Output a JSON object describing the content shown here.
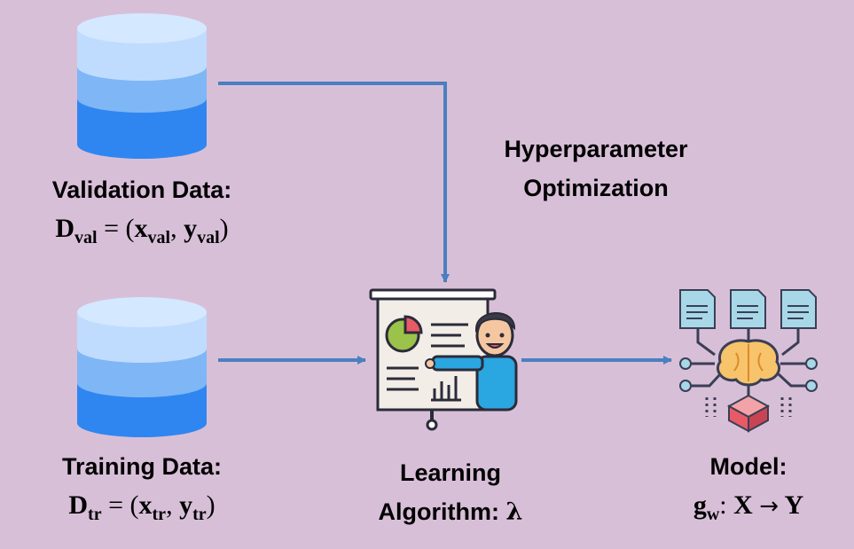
{
  "validation": {
    "title": "Validation Data:",
    "D": "D",
    "D_sub": "val",
    "eq": "=",
    "lparen": "(",
    "x": "x",
    "x_sub": "val",
    "comma": ",",
    "y": "y",
    "y_sub": "val",
    "rparen": ")"
  },
  "training": {
    "title": "Training Data:",
    "D": "D",
    "D_sub": "tr",
    "eq": "=",
    "lparen": "(",
    "x": "x",
    "x_sub": "tr",
    "comma": ",",
    "y": "y",
    "y_sub": "tr",
    "rparen": ")"
  },
  "hpo": {
    "line1": "Hyperparameter",
    "line2": "Optimization"
  },
  "learning": {
    "line1": "Learning",
    "line2_text": "Algorithm: ",
    "lambda": "λ"
  },
  "model": {
    "title": "Model:",
    "g": "g",
    "g_sub": "w",
    "colon": ":",
    "X": "X",
    "arrow": "→",
    "Y": "Y"
  },
  "colors": {
    "background": "#d8bfd8",
    "arrow": "#4b7fbf",
    "db_top": "#bfdcff",
    "db_mid": "#7fb6f5",
    "db_bottom": "#2f86f0"
  },
  "icons": [
    "database-icon",
    "database-icon",
    "presenter-board-icon",
    "ai-brain-network-icon"
  ]
}
